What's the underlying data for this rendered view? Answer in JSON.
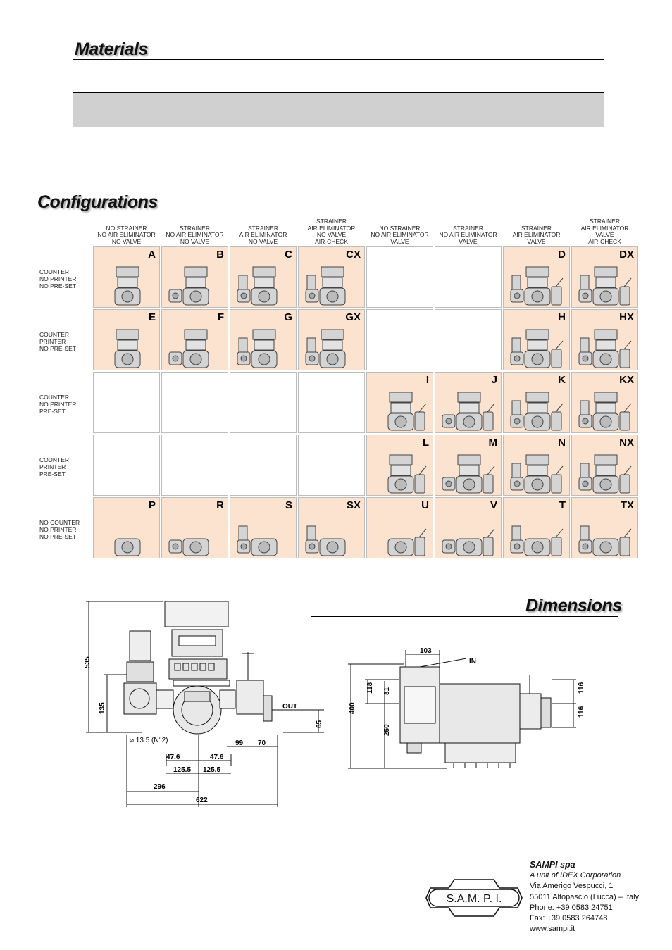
{
  "materials": {
    "title": "Materials"
  },
  "configurations": {
    "title": "Configurations",
    "columns": [
      [
        "NO STRAINER",
        "NO AIR ELIMINATOR",
        "NO VALVE"
      ],
      [
        "STRAINER",
        "NO AIR ELIMINATOR",
        "NO VALVE"
      ],
      [
        "STRAINER",
        "AIR ELIMINATOR",
        "NO VALVE"
      ],
      [
        "STRAINER",
        "AIR ELIMINATOR",
        "NO VALVE",
        "AIR-CHECK"
      ],
      [
        "NO STRAINER",
        "NO AIR ELIMINATOR",
        "VALVE"
      ],
      [
        "STRAINER",
        "NO AIR ELIMINATOR",
        "VALVE"
      ],
      [
        "STRAINER",
        "AIR ELIMINATOR",
        "VALVE"
      ],
      [
        "STRAINER",
        "AIR ELIMINATOR",
        "VALVE",
        "AIR-CHECK"
      ]
    ],
    "rows": [
      {
        "label": [
          "COUNTER",
          "NO PRINTER",
          "NO PRE-SET"
        ],
        "cells": [
          "A",
          "B",
          "C",
          "CX",
          "",
          "",
          "D",
          "DX"
        ]
      },
      {
        "label": [
          "COUNTER",
          "PRINTER",
          "NO PRE-SET"
        ],
        "cells": [
          "E",
          "F",
          "G",
          "GX",
          "",
          "",
          "H",
          "HX"
        ]
      },
      {
        "label": [
          "COUNTER",
          "NO PRINTER",
          "PRE-SET"
        ],
        "cells": [
          "",
          "",
          "",
          "",
          "I",
          "J",
          "K",
          "KX"
        ]
      },
      {
        "label": [
          "COUNTER",
          "PRINTER",
          "PRE-SET"
        ],
        "cells": [
          "",
          "",
          "",
          "",
          "L",
          "M",
          "N",
          "NX"
        ]
      },
      {
        "label": [
          "NO COUNTER",
          "NO PRINTER",
          "NO PRE-SET"
        ],
        "cells": [
          "P",
          "R",
          "S",
          "SX",
          "U",
          "V",
          "T",
          "TX"
        ]
      }
    ],
    "cell_color": "#fbe3cf"
  },
  "dimensions": {
    "title": "Dimensions",
    "front": {
      "h_total": "535",
      "h_flange": "135",
      "h_outlet": "65",
      "outlet": "OUT",
      "hole": "⌀ 13.5 (N°2)",
      "d47a": "47.6",
      "d47b": "47.6",
      "d125a": "125.5",
      "d125b": "125.5",
      "d99": "99",
      "d70": "70",
      "d296": "296",
      "d622": "622"
    },
    "side": {
      "d103": "103",
      "inlet": "IN",
      "h400": "400",
      "h118": "118",
      "h81": "81",
      "h250": "250",
      "h116a": "116",
      "h116b": "116"
    }
  },
  "footer": {
    "company": "SAMPI spa",
    "subtitle": "A unit of IDEX Corporation",
    "street": "Via Amerigo Vespucci, 1",
    "city": "55011 Altopascio (Lucca) – Italy",
    "phone": "Phone: +39 0583 24751",
    "fax": "Fax: +39 0583 264748",
    "web": "www.sampi.it",
    "logo": "S.A.M. P. I."
  }
}
